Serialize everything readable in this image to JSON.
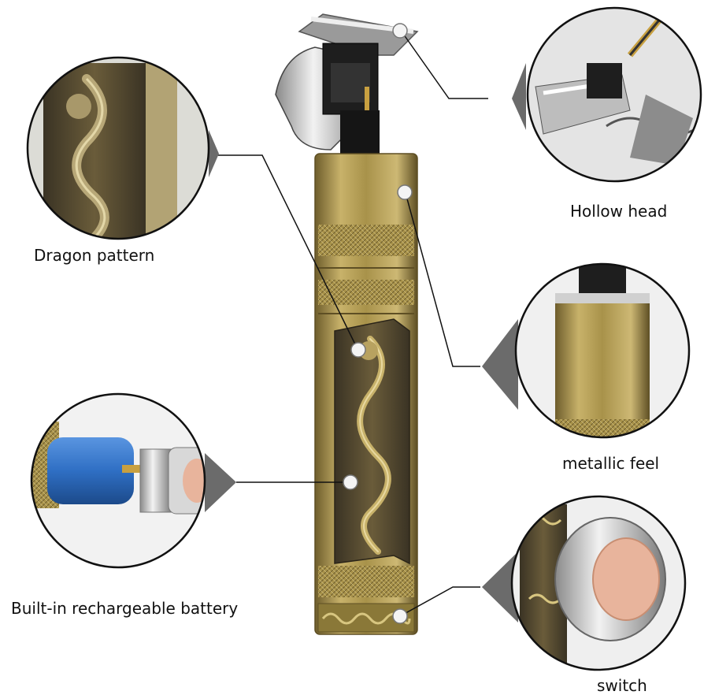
{
  "labels": {
    "dragon_pattern": "Dragon pattern",
    "hollow_head": "Hollow head",
    "metallic_feel": "metallic feel",
    "battery": "Built-in rechargeable battery",
    "switch": "switch"
  },
  "colors": {
    "gold_light": "#c8b26a",
    "gold_mid": "#a8924a",
    "gold_dark": "#6e5d2c",
    "bronze_dark": "#3a3324",
    "silver": "#d8d8d8",
    "blade_black": "#1e1e1e",
    "battery_blue": "#2f6fc4",
    "copper": "#e8b49c",
    "line": "#111111"
  }
}
